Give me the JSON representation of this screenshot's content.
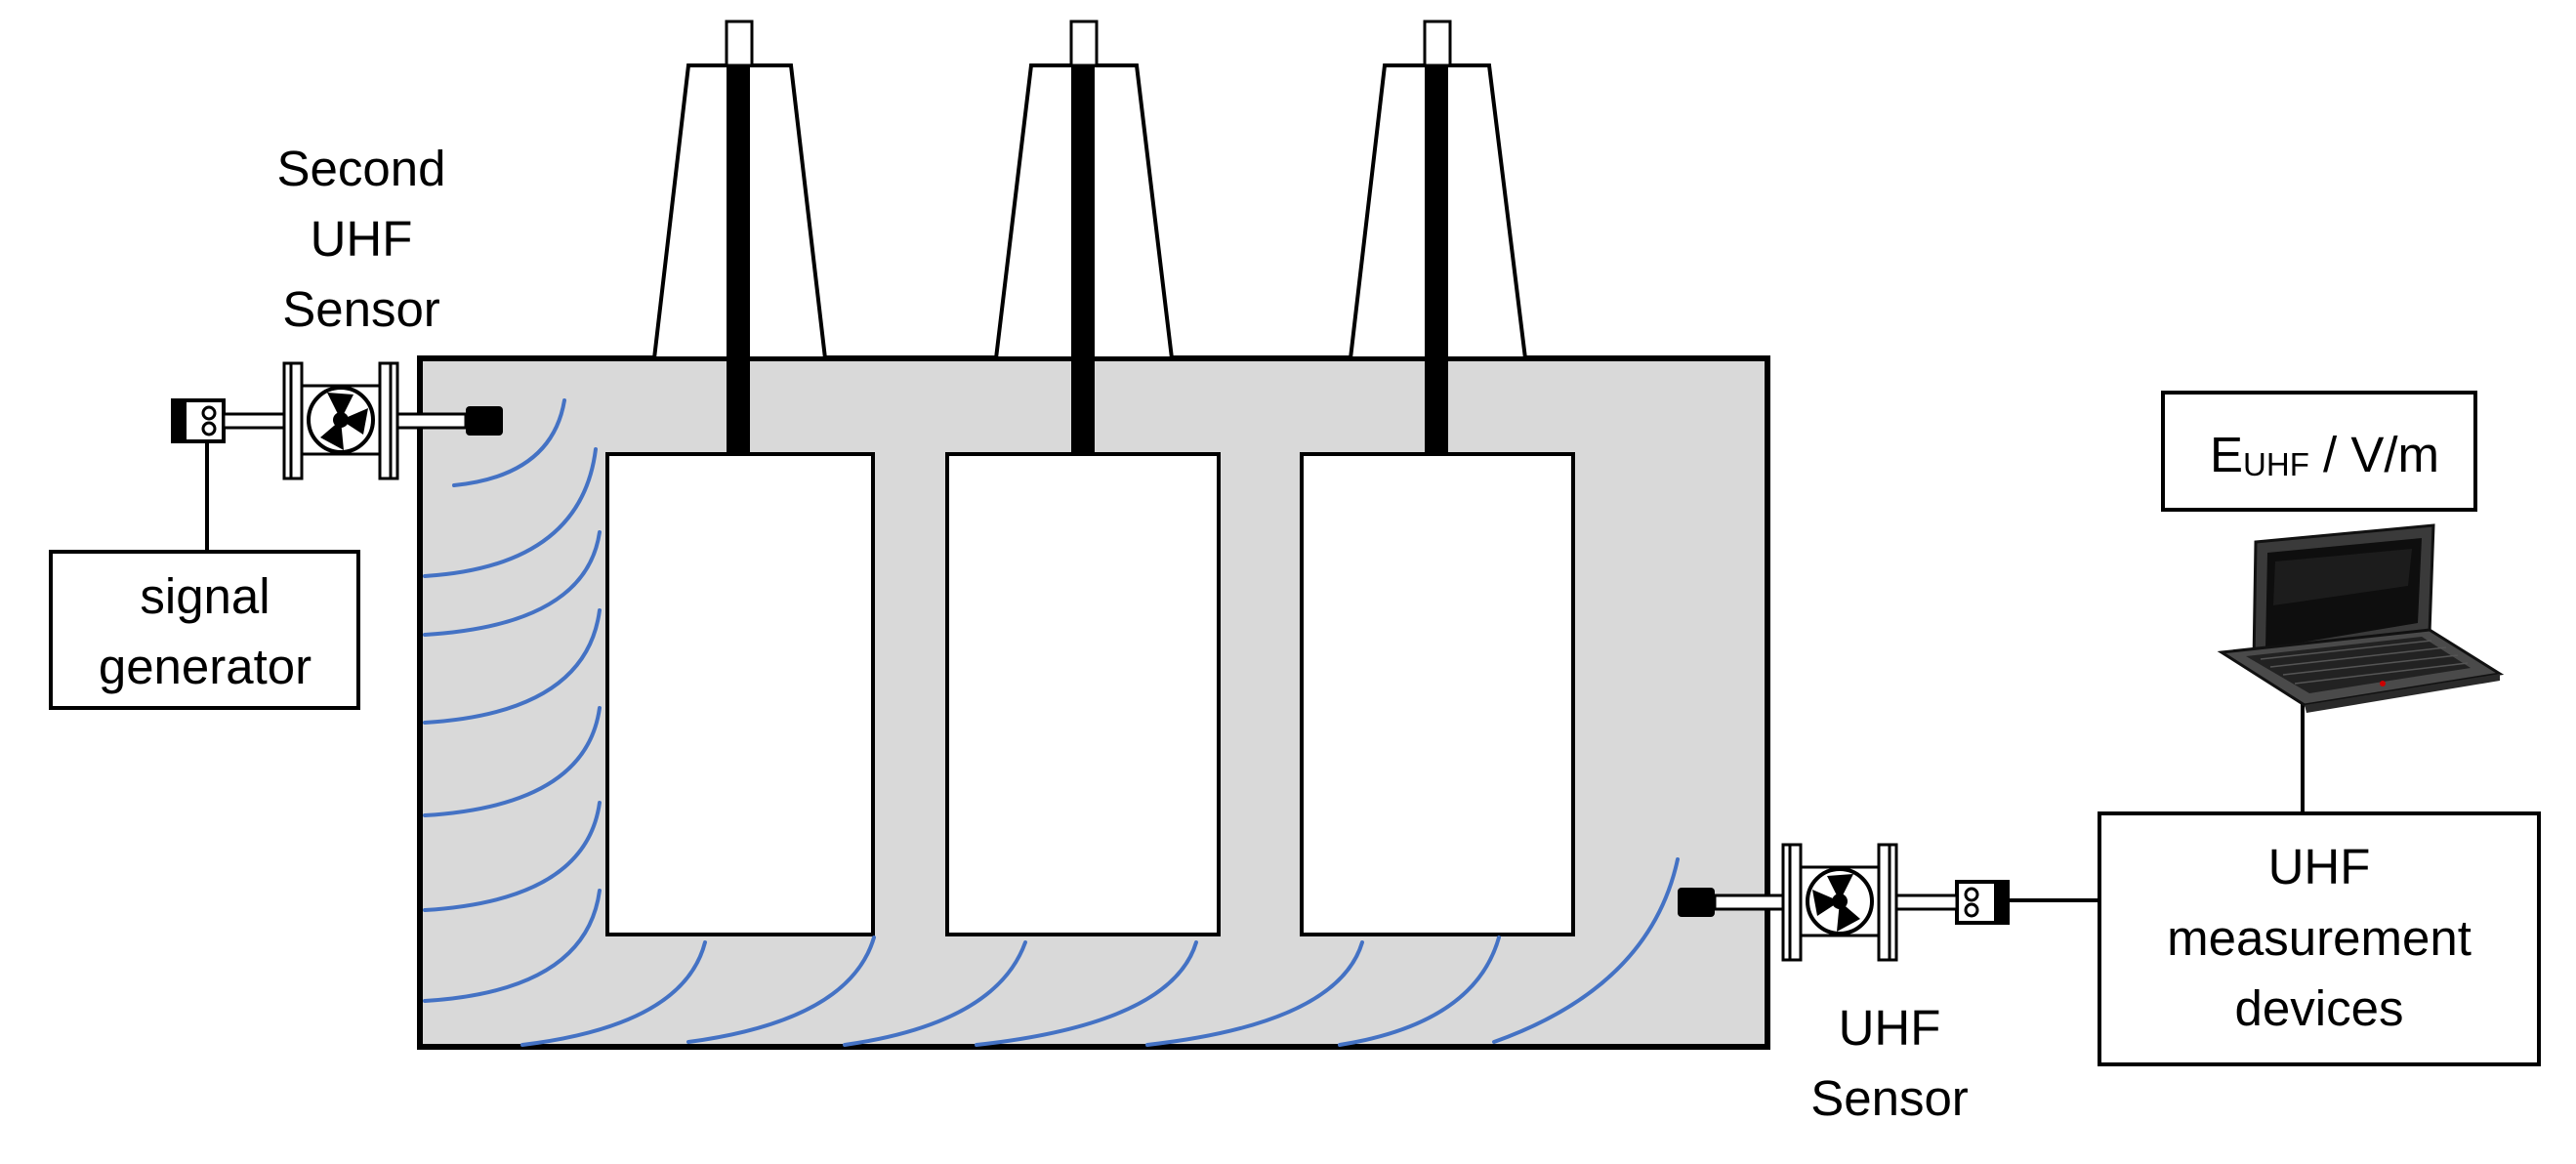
{
  "labels": {
    "second_sensor": [
      "Second",
      "UHF",
      "Sensor"
    ],
    "signal_generator": [
      "signal",
      "generator"
    ],
    "uhf_sensor": [
      "UHF",
      "Sensor"
    ],
    "measurement_devices": [
      "UHF",
      "measurement",
      "devices"
    ],
    "field_unit": {
      "main": "E",
      "subscript": "UHF",
      "suffix": " / V/m"
    }
  },
  "colors": {
    "tank_fill": "#d9d9d9",
    "wave": "#4472c4",
    "outline": "#000000"
  },
  "icons": [
    "transformer-tank",
    "bushing",
    "uhf-sensor",
    "connector",
    "laptop",
    "em-wave"
  ]
}
